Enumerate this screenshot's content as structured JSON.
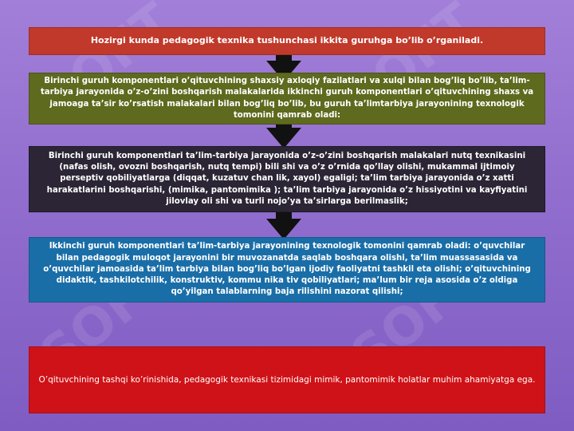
{
  "slide": {
    "watermark": "SOFT",
    "boxes": [
      {
        "text": "Hozirgi kunda pedagogik texnika tushunchasi ikkita guruhga bo’lib o’rganiladi."
      },
      {
        "text": "Birinchi guruh komponentlari o’qituvchining shaxsiy axloqiy fazilatlari va xulqi bilan bog’liq bo’lib, ta’lim-tarbiya jarayonida o’z-o’zini boshqarish malakalarida ikkinchi guruh komponentlari o’qituvchining shaxs va jamoaga ta’sir ko’rsatish malakalari bilan bog’liq bo’lib, bu guruh ta’limtarbiya jarayonining texnologik tomonini qamrab oladi:"
      },
      {
        "text": "Birinchi guruh komponentlari ta’lim-tarbiya jarayonida o’z-o’zini boshqarish malakalari nutq texnikasini (nafas olish, ovozni boshqarish, nutq tempi) bili shi va o’z o’rnida qo’llay olishi, mukammal ijtimoiy perseptiv qobiliyatlarga (diqqat, kuzatuv chan lik, xayol) egaligi; ta’lim tarbiya jarayonida o’z xatti harakatlarini boshqarishi, (mimika, pantomimika ); ta’lim tarbiya jarayonida o’z hissiyotini va kayfiyatini jilovlay oli shi va turli nojo’ya ta’sirlarga berilmaslik;"
      },
      {
        "text": "Ikkinchi guruh komponentlari ta’lim-tarbiya jarayonining texnologik tomonini qamrab oladi: o’quvchilar bilan pedagogik muloqot jarayonini bir muvozanatda saqlab boshqara olishi, ta’lim muassasasida va o’quvchilar jamoasida ta’lim tarbiya bilan bog’liq bo’lgan ijodiy faoliyatni tashkil eta olishi; o’qituvchining didaktik, tashkilotchilik, konstruktiv, kommu nika tiv qobiliyatlari; ma’lum bir reja asosida o’z oldiga qo’yilgan talablarning baja rilishini nazorat qilishi;"
      },
      {
        "text": "O’qituvchining tashqi ko’rinishida, pedagogik texnikasi tizimidagi mimik, pantomimik holatlar muhim ahamiyatga ega."
      }
    ],
    "colors": {
      "background": "#9b78d4",
      "box1": "#c0392b",
      "box2": "#5e6a1e",
      "box3": "#2b2535",
      "box4": "#1a6ea8",
      "box5": "#cf1217",
      "arrow": "#111111"
    }
  }
}
